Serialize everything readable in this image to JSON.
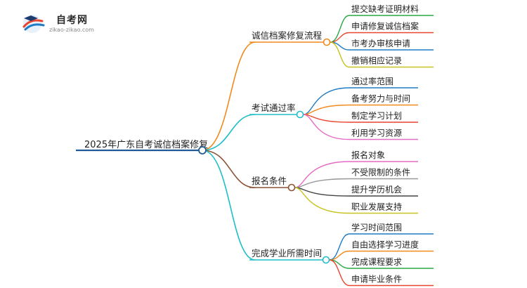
{
  "logo": {
    "name": "自考网",
    "url": "zikao-zikao.com"
  },
  "root": {
    "label": "2025年广东自考诚信档案修复"
  },
  "branches": [
    {
      "label": "诚信档案修复流程",
      "color": "#f08a1c",
      "children": [
        {
          "label": "提交缺考证明材料",
          "color": "#2aa745"
        },
        {
          "label": "申请修复诚信档案",
          "color": "#e8442e"
        },
        {
          "label": "市考办审核申请",
          "color": "#1f7bc4"
        },
        {
          "label": "撤销相应记录",
          "color": "#c7c21d"
        }
      ]
    },
    {
      "label": "考试通过率",
      "color": "#1fbfc9",
      "children": [
        {
          "label": "通过率范围",
          "color": "#1f7bc4"
        },
        {
          "label": "备考努力与时间",
          "color": "#f08a1c"
        },
        {
          "label": "制定学习计划",
          "color": "#e8442e"
        },
        {
          "label": "利用学习资源",
          "color": "#e66bc4"
        }
      ]
    },
    {
      "label": "报名条件",
      "color": "#8c5238",
      "children": [
        {
          "label": "报名对象",
          "color": "#e66bc4"
        },
        {
          "label": "不受限制的条件",
          "color": "#999999"
        },
        {
          "label": "提升学历机会",
          "color": "#444444"
        },
        {
          "label": "职业发展支持",
          "color": "#c7c21d"
        }
      ]
    },
    {
      "label": "完成学业所需时间",
      "color": "#1fbfc9",
      "children": [
        {
          "label": "学习时间范围",
          "color": "#1f7bc4"
        },
        {
          "label": "自由选择学习进度",
          "color": "#f08a1c"
        },
        {
          "label": "完成课程要求",
          "color": "#2aa745"
        },
        {
          "label": "申请毕业条件",
          "color": "#e8442e"
        }
      ]
    }
  ]
}
